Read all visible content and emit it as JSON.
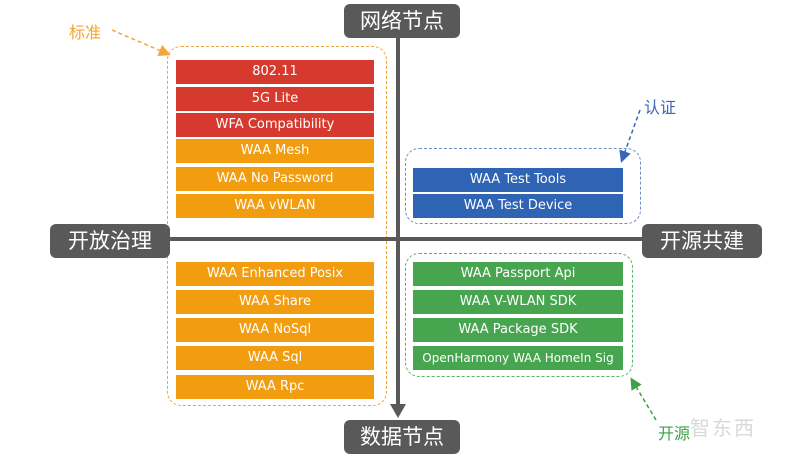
{
  "axes": {
    "top": "网络节点",
    "bottom": "数据节点",
    "left": "开放治理",
    "right": "开源共建"
  },
  "categories": {
    "standard": "标准",
    "certification": "认证",
    "open_source": "开源"
  },
  "standard_items": [
    {
      "label": "802.11",
      "color": "red"
    },
    {
      "label": "5G Lite",
      "color": "red"
    },
    {
      "label": "WFA Compatibility",
      "color": "red"
    },
    {
      "label": "WAA Mesh",
      "color": "orange"
    },
    {
      "label": "WAA No Password",
      "color": "orange"
    },
    {
      "label": "WAA vWLAN",
      "color": "orange"
    },
    {
      "label": "WAA Enhanced Posix",
      "color": "orange"
    },
    {
      "label": "WAA Share",
      "color": "orange"
    },
    {
      "label": "WAA NoSql",
      "color": "orange"
    },
    {
      "label": "WAA Sql",
      "color": "orange"
    },
    {
      "label": "WAA Rpc",
      "color": "orange"
    }
  ],
  "certification_items": [
    {
      "label": "WAA Test Tools",
      "color": "blue"
    },
    {
      "label": "WAA Test Device",
      "color": "blue"
    }
  ],
  "open_source_items": [
    {
      "label": "WAA Passport Api",
      "color": "green"
    },
    {
      "label": "WAA V-WLAN SDK",
      "color": "green"
    },
    {
      "label": "WAA Package SDK",
      "color": "green"
    },
    {
      "label": "OpenHarmony WAA HomeIn Sig",
      "color": "green"
    }
  ],
  "watermark": "智东西",
  "colors": {
    "red": "#d63a2e",
    "orange": "#f29c10",
    "blue": "#2e64b3",
    "green": "#48a54f",
    "axis": "#595959"
  }
}
